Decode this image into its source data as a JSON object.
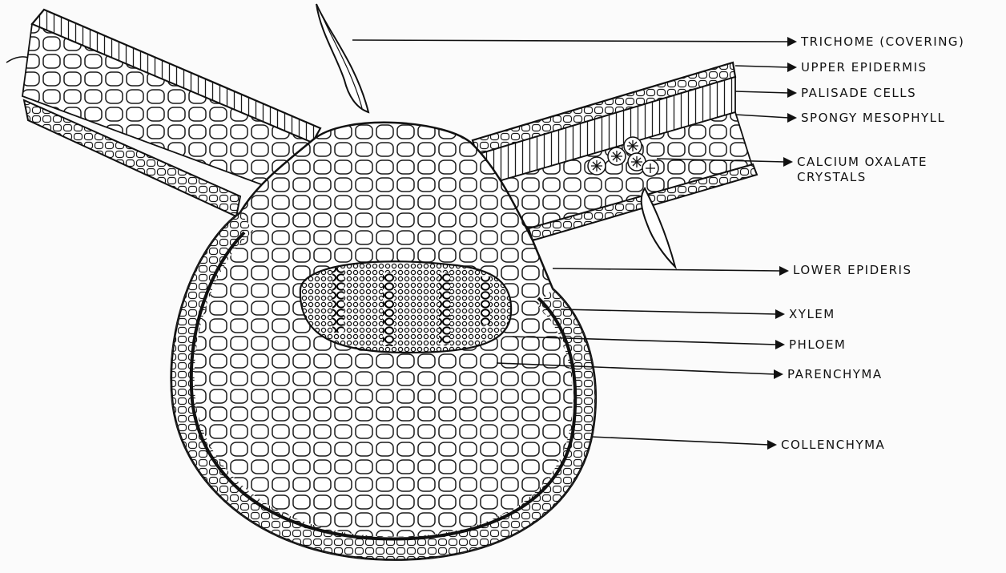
{
  "diagram": {
    "labels": [
      {
        "id": "trichome",
        "lines": [
          "TRICHOME (COVERING)"
        ]
      },
      {
        "id": "upper-epidermis",
        "lines": [
          "UPPER EPIDERMIS"
        ]
      },
      {
        "id": "palisade-cells",
        "lines": [
          "PALISADE CELLS"
        ]
      },
      {
        "id": "spongy-mesophyll",
        "lines": [
          "SPONGY MESOPHYLL"
        ]
      },
      {
        "id": "calcium-oxalate-crystals",
        "lines": [
          "CALCIUM OXALATE",
          "CRYSTALS"
        ]
      },
      {
        "id": "lower-epidermis",
        "lines": [
          "LOWER EPIDERIS"
        ]
      },
      {
        "id": "xylem",
        "lines": [
          "XYLEM"
        ]
      },
      {
        "id": "phloem",
        "lines": [
          "PHLOEM"
        ]
      },
      {
        "id": "parenchyma",
        "lines": [
          "PARENCHYMA"
        ]
      },
      {
        "id": "collenchyma",
        "lines": [
          "COLLENCHYMA"
        ]
      }
    ]
  }
}
